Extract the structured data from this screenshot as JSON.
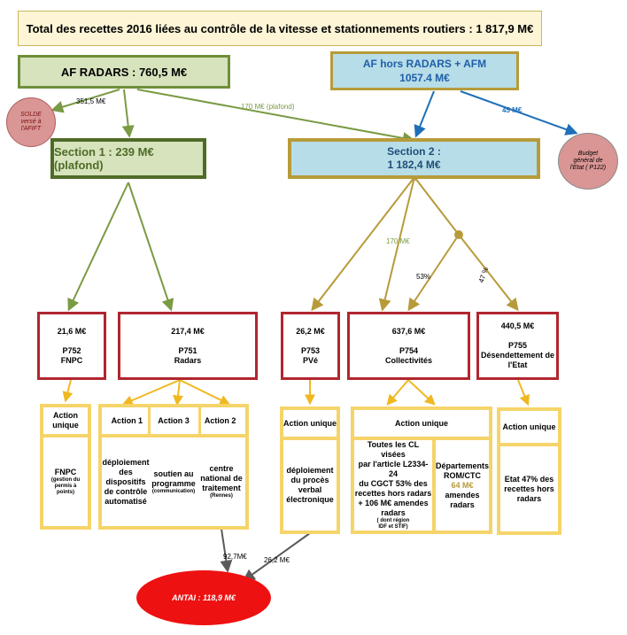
{
  "title": "Total des recettes 2016 liées au contrôle de la vitesse et stationnements routiers : 1 817,9 M€",
  "af_radars": "AF RADARS : 760,5 M€",
  "af_hors": {
    "line1": "AF hors RADARS + AFM",
    "line2": "1057.4 M€"
  },
  "section1": "Section 1 : 239 M€(plafond)",
  "section2": {
    "line1": "Section 2 :",
    "line2": "1 182,4 M€"
  },
  "solde": {
    "line1": "SOLDE",
    "line2": "versé à",
    "line3": "l'AFIFT"
  },
  "budget": {
    "line1": "Budget",
    "line2": "général de",
    "line3": "l'Etat ( P122)"
  },
  "edge_labels": {
    "solde": "351,5 M€",
    "plafond": "170 M€ (plafond)",
    "budget": "45 M€",
    "s2_p754": "170 M€",
    "pct53": "53%",
    "pct47": "47 %",
    "antai_left": "92,7M€",
    "antai_right": "26,2 M€"
  },
  "programs": {
    "p752": {
      "amount": "21,6 M€",
      "code": "P752",
      "name": "FNPC"
    },
    "p751": {
      "amount": "217,4 M€",
      "code": "P751",
      "name": "Radars"
    },
    "p753": {
      "amount": "26,2 M€",
      "code": "P753",
      "name": "PVé"
    },
    "p754": {
      "amount": "637,6 M€",
      "code": "P754",
      "name": "Collectivités"
    },
    "p755": {
      "amount": "440,5 M€",
      "code": "P755",
      "name1": "Désendettement de",
      "name2": "l'Etat"
    }
  },
  "actions": {
    "p752_head": {
      "line1": "Action",
      "line2": "unique"
    },
    "p752_body": {
      "main": "FNPC",
      "note1": "(gestion du",
      "note2": "permis à",
      "note3": "points)"
    },
    "action1": {
      "head": "Action 1",
      "line1": "déploiement",
      "line2": "des",
      "line3": "dispositifs",
      "line4": "de contrôle",
      "line5": "automatisé"
    },
    "action3": {
      "head": "Action 3",
      "line1": "soutien au",
      "line2": "programme",
      "note": "(communication)"
    },
    "action2": {
      "head": "Action 2",
      "line1": "centre",
      "line2": "national de",
      "line3": "traitement",
      "note": "(Rennes)"
    },
    "p753_head": "Action unique",
    "p753_body": {
      "line1": "déploiement",
      "line2": "du procès",
      "line3": "verbal",
      "line4": "électronique"
    },
    "p754_head": "Action unique",
    "p754_cl": {
      "line1": "Toutes les CL visées",
      "line2": "par l'article L2334-24",
      "line3": "du CGCT 53% des",
      "line4": "recettes hors radars",
      "line5": "+ 106 M€ amendes",
      "line6": "radars",
      "note1": "( dont région",
      "note2": "IDF et STIF)"
    },
    "p754_dom": {
      "line1": "Départements",
      "line2": "ROM/CTC",
      "line3": "64 M€",
      "line4": "amendes",
      "line5": "radars"
    },
    "p755_head": "Action unique",
    "p755_body": {
      "line1": "Etat 47% des",
      "line2": "recettes hors",
      "line3": "radars"
    }
  },
  "antai": "ANTAI : 118,9 M€",
  "colors": {
    "green": "#7a9a44",
    "gold": "#b79b3a",
    "blue": "#1f6fb8",
    "yellow_arrow": "#f0b820",
    "grey": "#5a5a5a",
    "program_border": "#b0262f",
    "action_border": "#f5d469",
    "antai": "#ee1111"
  }
}
